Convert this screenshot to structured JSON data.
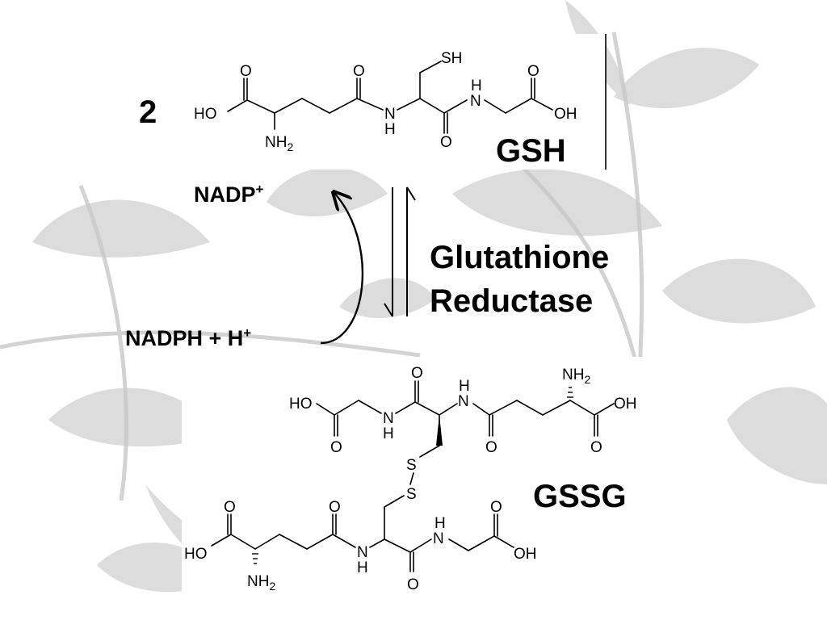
{
  "background": {
    "motif": "leaf-watermark",
    "color": "#d4d4d4"
  },
  "coefficient": "2",
  "gsh": {
    "name": "GSH",
    "atoms": {
      "ho": "HO",
      "o1": "O",
      "nh2": "NH",
      "nh2_sub": "2",
      "o2": "O",
      "n1": "N",
      "h1": "H",
      "sh": "SH",
      "o3": "O",
      "n2": "N",
      "h2": "H",
      "o4": "O",
      "oh": "OH"
    }
  },
  "cofactors": {
    "nadp_base": "NADP",
    "nadp_sup": "+",
    "nadph": "NADPH + H",
    "nadph_sup": "+"
  },
  "enzyme": {
    "line1": "Glutathione",
    "line2": "Reductase"
  },
  "gssg": {
    "name": "GSSG",
    "upper": {
      "ho": "HO",
      "o1": "O",
      "n1": "N",
      "h1": "H",
      "o2": "O",
      "h2": "H",
      "n2": "N",
      "o3": "O",
      "nh2": "NH",
      "nh2_sub": "2",
      "oh": "OH",
      "o4": "O"
    },
    "disulfide": {
      "s1": "S",
      "s2": "S"
    },
    "lower": {
      "o1": "O",
      "ho": "HO",
      "nh2": "NH",
      "nh2_sub": "2",
      "o2": "O",
      "n1": "N",
      "h1": "H",
      "o3": "O",
      "h2": "H",
      "n2": "N",
      "o4": "O",
      "oh": "OH"
    }
  }
}
